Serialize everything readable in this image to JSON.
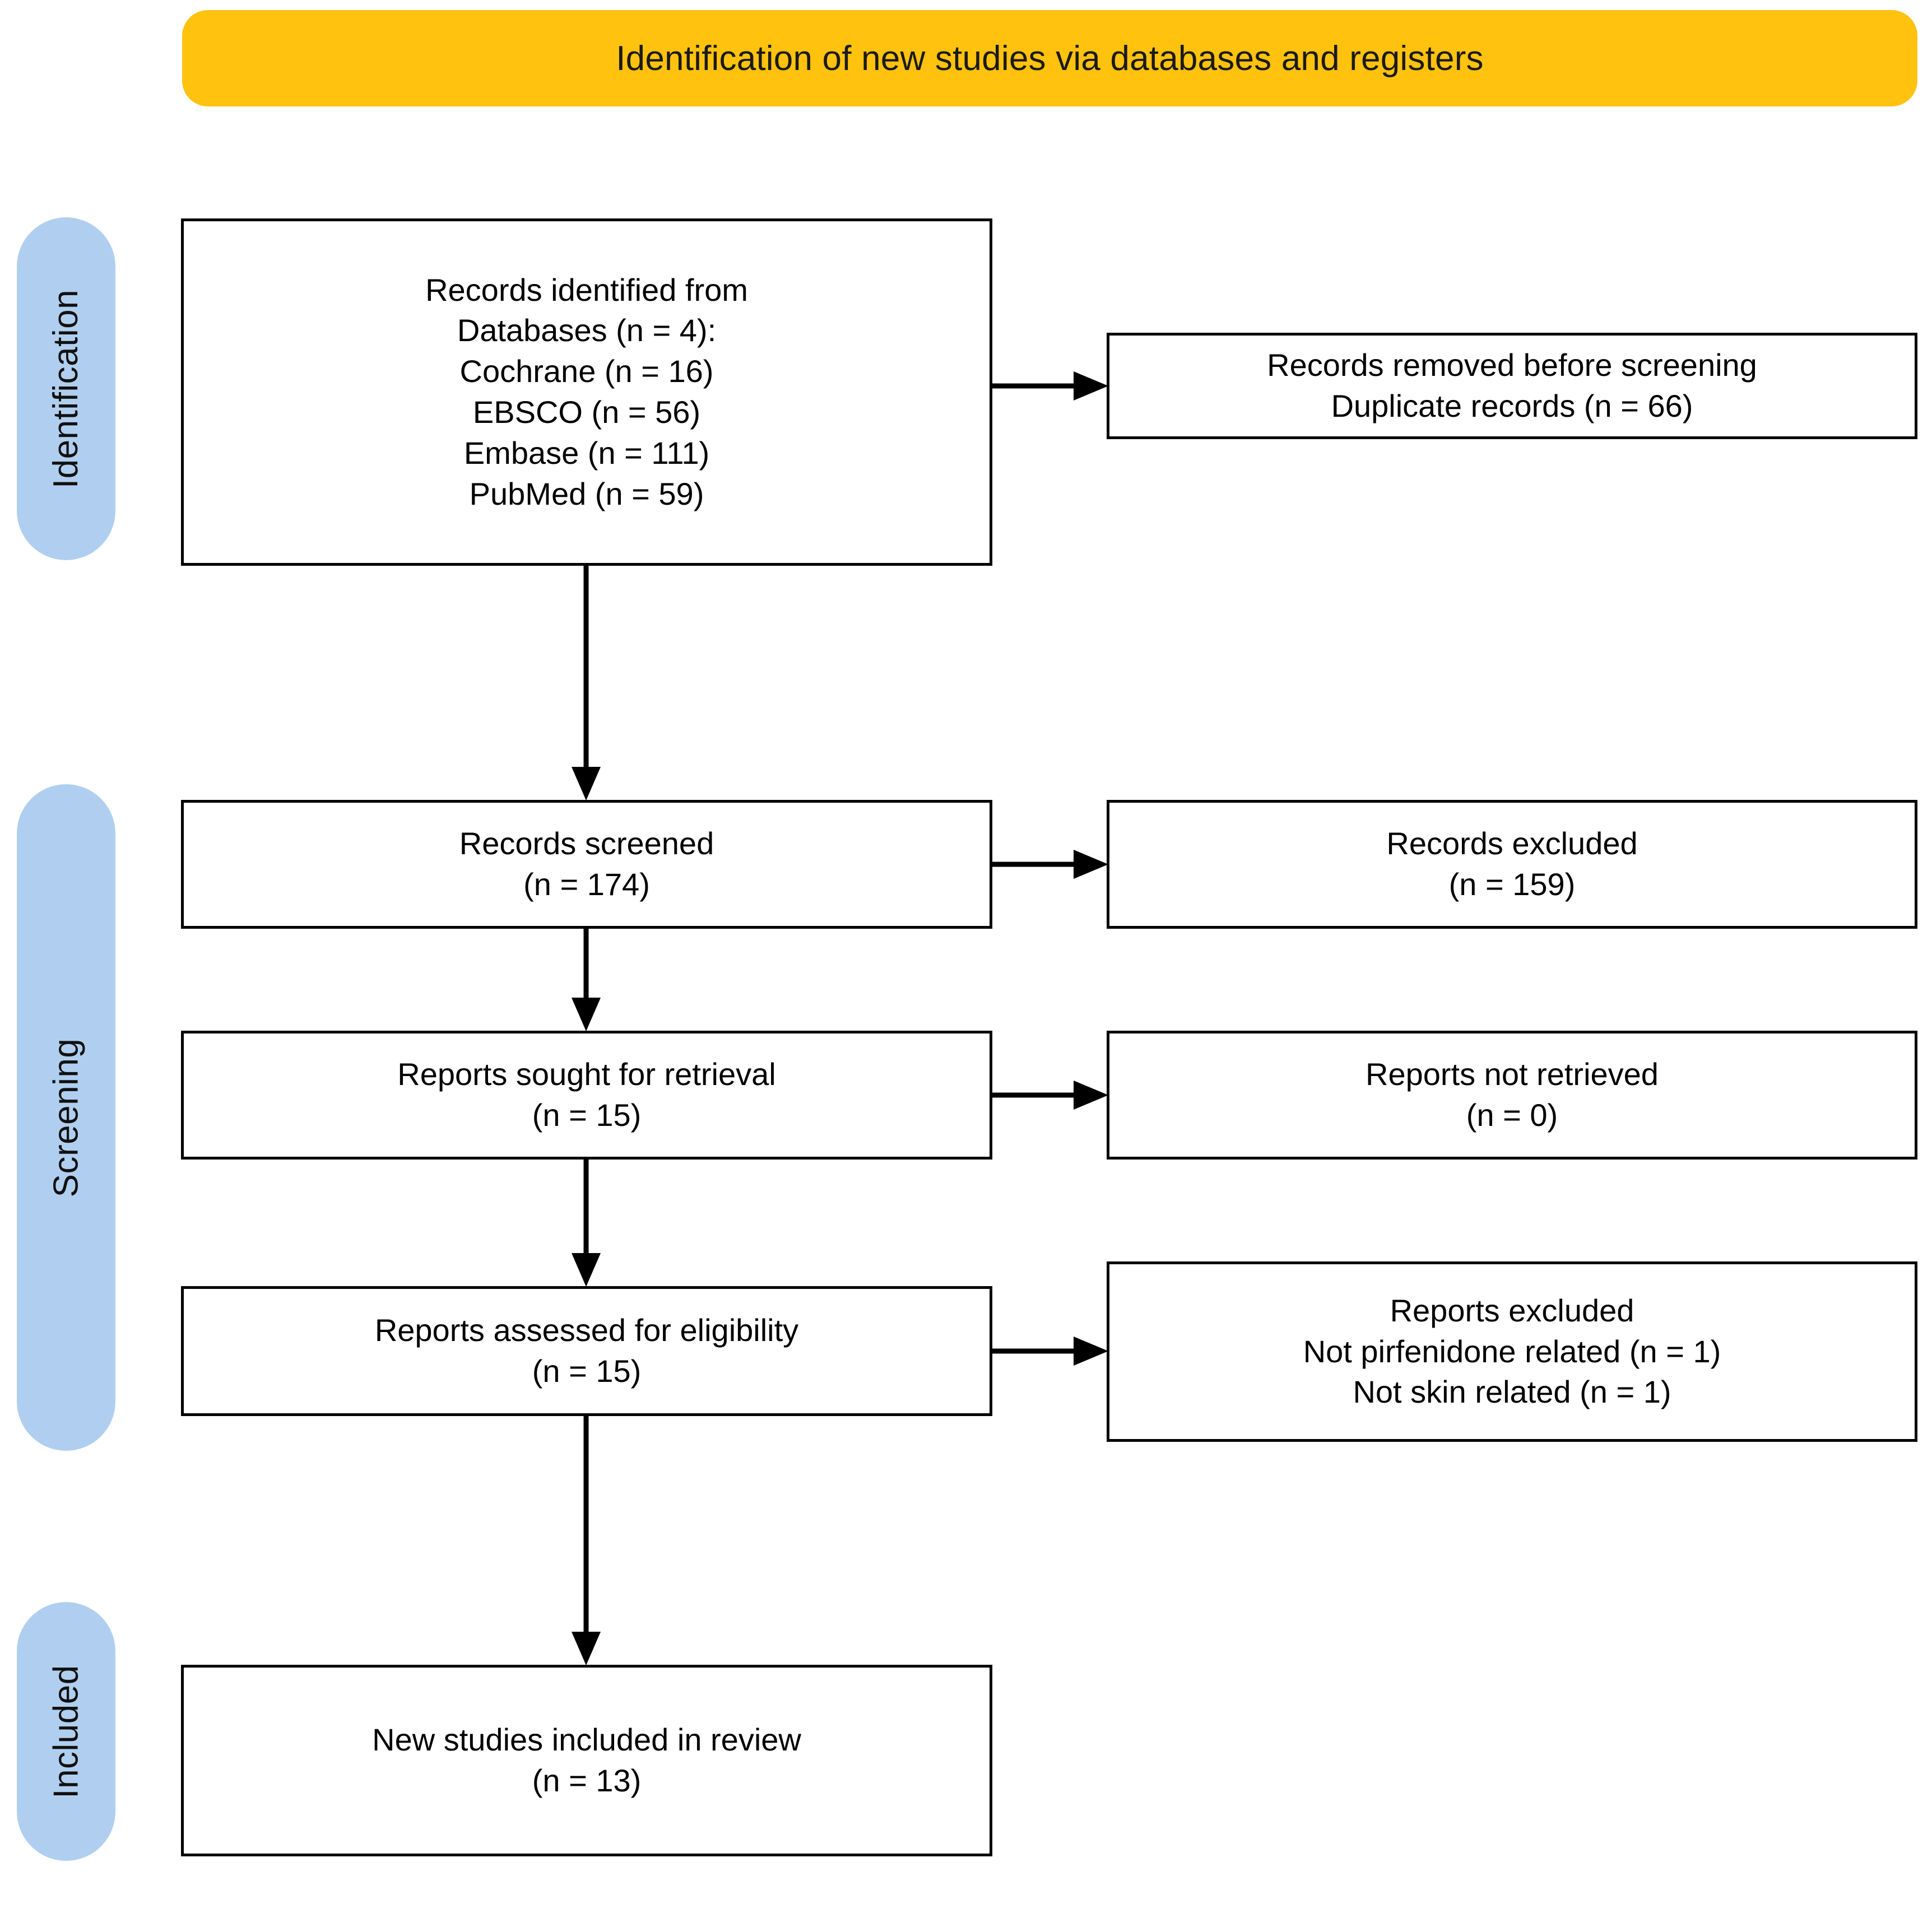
{
  "colors": {
    "header_amber": "#FFC20E",
    "stage_pill_blue": "#B0CFF0",
    "box_border": "#000000",
    "text": "#000000"
  },
  "header": {
    "title": "Identification of new studies via databases and registers"
  },
  "stages": [
    {
      "id": "identification",
      "label": "Identification"
    },
    {
      "id": "screening",
      "label": "Screening"
    },
    {
      "id": "included",
      "label": "Included"
    }
  ],
  "boxes": {
    "identified": {
      "lines": [
        "Records identified from",
        "Databases (n = 4):",
        "Cochrane (n = 16)",
        "EBSCO (n = 56)",
        "Embase (n = 111)",
        "PubMed (n = 59)"
      ]
    },
    "removed": {
      "lines": [
        "Records removed before screening",
        "Duplicate records (n = 66)"
      ]
    },
    "screened": {
      "lines": [
        "Records screened",
        "(n = 174)"
      ]
    },
    "excluded_records": {
      "lines": [
        "Records excluded",
        "(n = 159)"
      ]
    },
    "sought": {
      "lines": [
        "Reports sought for retrieval",
        "(n = 15)"
      ]
    },
    "not_retrieved": {
      "lines": [
        "Reports not retrieved",
        "(n = 0)"
      ]
    },
    "assessed": {
      "lines": [
        "Reports assessed for eligibility",
        "(n = 15)"
      ]
    },
    "reports_excluded": {
      "lines": [
        "Reports excluded",
        "Not pirfenidone related (n = 1)",
        "Not skin related (n = 1)"
      ]
    },
    "included": {
      "lines": [
        "New studies included in review",
        "(n = 13)"
      ]
    }
  },
  "chart_data": {
    "type": "diagram",
    "title": "Identification of new studies via databases and registers",
    "diagram_kind": "PRISMA 2020 flow diagram",
    "stages": [
      "Identification",
      "Screening",
      "Included"
    ],
    "nodes": [
      {
        "id": "identified",
        "stage": "Identification",
        "label": "Records identified from",
        "counts": {
          "Databases": 4,
          "Cochrane": 16,
          "EBSCO": 56,
          "Embase": 111,
          "PubMed": 59
        }
      },
      {
        "id": "removed",
        "stage": "Identification",
        "label": "Records removed before screening",
        "counts": {
          "Duplicate records": 66
        }
      },
      {
        "id": "screened",
        "stage": "Screening",
        "label": "Records screened",
        "n": 174
      },
      {
        "id": "excluded_records",
        "stage": "Screening",
        "label": "Records excluded",
        "n": 159
      },
      {
        "id": "sought",
        "stage": "Screening",
        "label": "Reports sought for retrieval",
        "n": 15
      },
      {
        "id": "not_retrieved",
        "stage": "Screening",
        "label": "Reports not retrieved",
        "n": 0
      },
      {
        "id": "assessed",
        "stage": "Screening",
        "label": "Reports assessed for eligibility",
        "n": 15
      },
      {
        "id": "reports_excluded",
        "stage": "Screening",
        "label": "Reports excluded",
        "counts": {
          "Not pirfenidone related": 1,
          "Not skin related": 1
        }
      },
      {
        "id": "included",
        "stage": "Included",
        "label": "New studies included in review",
        "n": 13
      }
    ],
    "edges": [
      {
        "from": "identified",
        "to": "removed",
        "direction": "right"
      },
      {
        "from": "identified",
        "to": "screened",
        "direction": "down"
      },
      {
        "from": "screened",
        "to": "excluded_records",
        "direction": "right"
      },
      {
        "from": "screened",
        "to": "sought",
        "direction": "down"
      },
      {
        "from": "sought",
        "to": "not_retrieved",
        "direction": "right"
      },
      {
        "from": "sought",
        "to": "assessed",
        "direction": "down"
      },
      {
        "from": "assessed",
        "to": "reports_excluded",
        "direction": "right"
      },
      {
        "from": "assessed",
        "to": "included",
        "direction": "down"
      }
    ]
  }
}
